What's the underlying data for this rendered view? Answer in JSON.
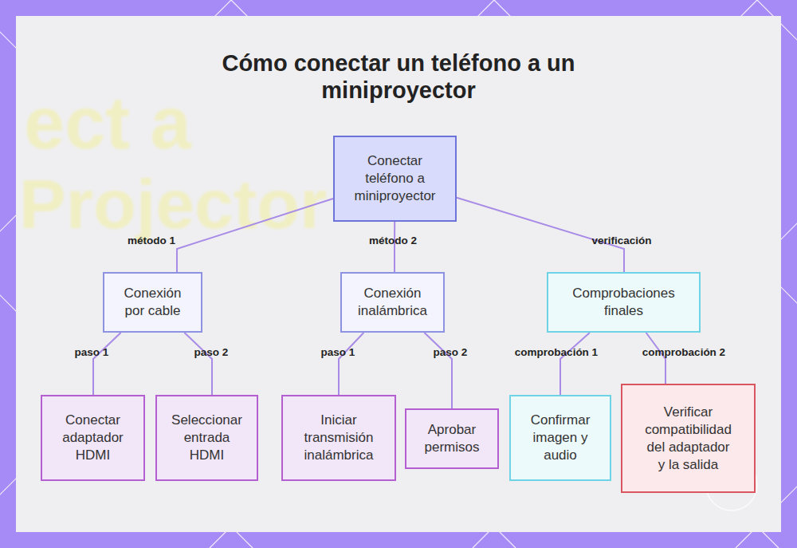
{
  "diagram": {
    "title": "Cómo conectar un teléfono a un miniproyector",
    "nodes": [
      {
        "text": [
          "Conectar teléfono a miniproyector"
        ]
      },
      {
        "text": [
          "Conexión por cable"
        ]
      },
      {
        "text": [
          "Conexión inalámbrica"
        ]
      },
      {
        "text": [
          "Comprobaciones finales"
        ]
      },
      {
        "text": [
          "Conectar adaptador HDMI"
        ]
      },
      {
        "text": [
          "Seleccionar entrada HDMI"
        ]
      },
      {
        "text": [
          "Iniciar transmisión inalámbrica"
        ]
      },
      {
        "text": [
          "Aprobar permisos"
        ]
      },
      {
        "text": [
          "Confirmar imagen y audio"
        ]
      },
      {
        "text": [
          "Verificar compatibilidad del adaptador y la salida"
        ]
      }
    ],
    "edges": [
      {
        "from": 0,
        "to": 1,
        "label": "método 1",
        "arrow": "none"
      },
      {
        "from": 0,
        "to": 2,
        "label": "método 2",
        "arrow": "none"
      },
      {
        "from": 0,
        "to": 3,
        "label": "verificación",
        "arrow": "none"
      },
      {
        "from": 1,
        "to": 4,
        "label": "paso 1",
        "arrow": "none"
      },
      {
        "from": 1,
        "to": 5,
        "label": "paso 2",
        "arrow": "none"
      },
      {
        "from": 2,
        "to": 6,
        "label": "paso 1",
        "arrow": "none"
      },
      {
        "from": 2,
        "to": 7,
        "label": "paso 2",
        "arrow": "none"
      },
      {
        "from": 3,
        "to": 8,
        "label": "comprobación 1",
        "arrow": "none"
      },
      {
        "from": 3,
        "to": 9,
        "label": "comprobación 2",
        "arrow": "none"
      }
    ],
    "labels": [
      "ect a",
      "Projector"
    ]
  }
}
